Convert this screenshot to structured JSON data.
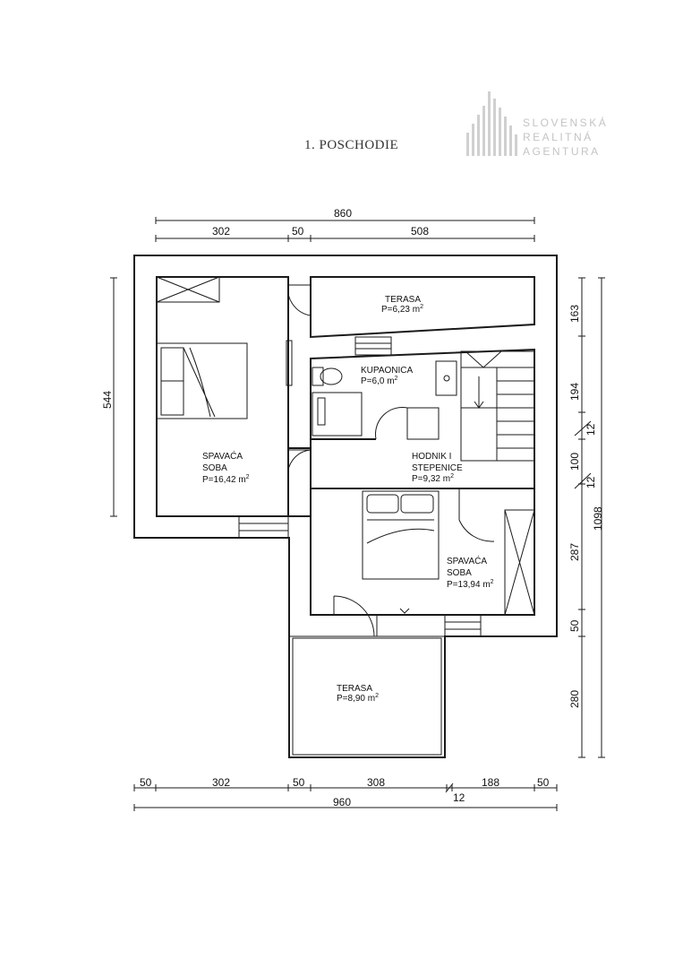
{
  "title": "1. POSCHODIE",
  "logo": {
    "line1": "SLOVENSKÁ",
    "line2": "REALITNÁ",
    "line3": "AGENTURA",
    "color": "#c8c8c8"
  },
  "rooms": {
    "terasa_top": {
      "name": "TERASA",
      "area": "P=6,23 m",
      "sup": "2"
    },
    "kupaonica": {
      "name": "KUPAONICA",
      "area": "P=6,0  m",
      "sup": "2"
    },
    "spavaca_left": {
      "name1": "SPAVAĆA",
      "name2": "SOBA",
      "area": "P=16,42 m",
      "sup": "2"
    },
    "hodnik": {
      "name1": "HODNIK I",
      "name2": "STEPENICE",
      "area": "P=9,32  m",
      "sup": "2"
    },
    "spavaca_right": {
      "name1": "SPAVAĆA",
      "name2": "SOBA",
      "area": "P=13,94 m",
      "sup": "2"
    },
    "terasa_bottom": {
      "name": "TERASA",
      "area": "P=8,90 m",
      "sup": "2"
    }
  },
  "dimensions": {
    "top_total": "860",
    "top_segments": [
      "302",
      "50",
      "508"
    ],
    "left_height": "544",
    "right_segments": [
      "163",
      "194",
      "12",
      "100",
      "12",
      "287",
      "50",
      "280"
    ],
    "right_total": "1098",
    "bottom_segments": [
      "50",
      "302",
      "50",
      "308",
      "188",
      "50"
    ],
    "bottom_small": "12",
    "bottom_total": "960"
  }
}
